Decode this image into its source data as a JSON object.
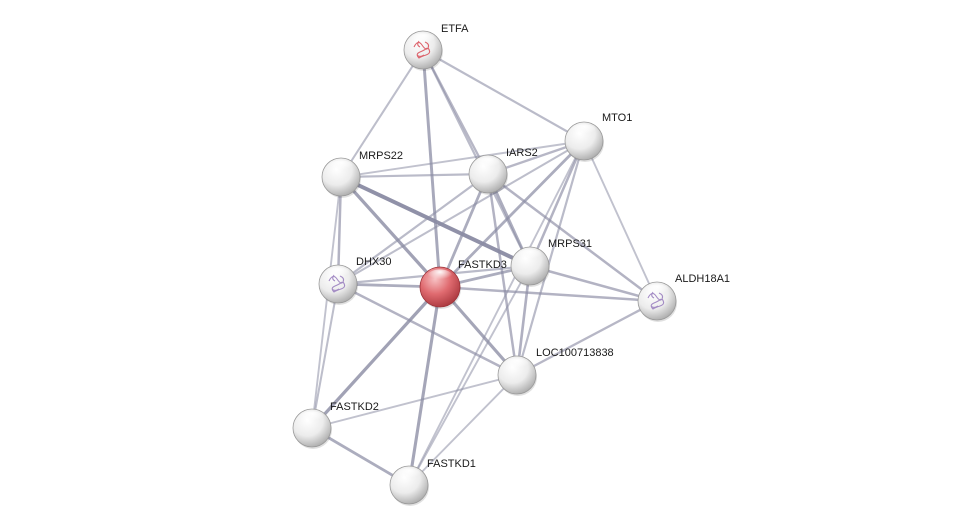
{
  "network": {
    "nodes": [
      {
        "id": "ETFA",
        "label": "ETFA",
        "kind": "structure-red",
        "highlight": false
      },
      {
        "id": "MTO1",
        "label": "MTO1",
        "kind": "plain",
        "highlight": false
      },
      {
        "id": "MRPS22",
        "label": "MRPS22",
        "kind": "plain",
        "highlight": false
      },
      {
        "id": "IARS2",
        "label": "IARS2",
        "kind": "plain",
        "highlight": false
      },
      {
        "id": "MRPS31",
        "label": "MRPS31",
        "kind": "plain",
        "highlight": false
      },
      {
        "id": "DHX30",
        "label": "DHX30",
        "kind": "structure-purple",
        "highlight": false
      },
      {
        "id": "FASTKD3",
        "label": "FASTKD3",
        "kind": "query",
        "highlight": true
      },
      {
        "id": "ALDH18A1",
        "label": "ALDH18A1",
        "kind": "structure-purple",
        "highlight": false
      },
      {
        "id": "LOC100713838",
        "label": "LOC100713838",
        "kind": "plain",
        "highlight": false
      },
      {
        "id": "FASTKD2",
        "label": "FASTKD2",
        "kind": "plain",
        "highlight": false
      },
      {
        "id": "FASTKD1",
        "label": "FASTKD1",
        "kind": "plain",
        "highlight": false
      }
    ],
    "edges": [
      {
        "source": "ETFA",
        "target": "MRPS22",
        "strength": 0.35
      },
      {
        "source": "ETFA",
        "target": "MTO1",
        "strength": 0.4
      },
      {
        "source": "ETFA",
        "target": "IARS2",
        "strength": 0.45
      },
      {
        "source": "ETFA",
        "target": "FASTKD3",
        "strength": 0.65
      },
      {
        "source": "ETFA",
        "target": "MRPS31",
        "strength": 0.4
      },
      {
        "source": "MRPS22",
        "target": "IARS2",
        "strength": 0.4
      },
      {
        "source": "MRPS22",
        "target": "MTO1",
        "strength": 0.3
      },
      {
        "source": "MRPS22",
        "target": "MRPS31",
        "strength": 1.0
      },
      {
        "source": "MRPS22",
        "target": "FASTKD3",
        "strength": 0.75
      },
      {
        "source": "MRPS22",
        "target": "DHX30",
        "strength": 0.5
      },
      {
        "source": "MRPS22",
        "target": "FASTKD2",
        "strength": 0.3
      },
      {
        "source": "IARS2",
        "target": "MTO1",
        "strength": 0.45
      },
      {
        "source": "IARS2",
        "target": "FASTKD3",
        "strength": 0.6
      },
      {
        "source": "IARS2",
        "target": "MRPS31",
        "strength": 0.6
      },
      {
        "source": "IARS2",
        "target": "DHX30",
        "strength": 0.4
      },
      {
        "source": "IARS2",
        "target": "ALDH18A1",
        "strength": 0.5
      },
      {
        "source": "IARS2",
        "target": "LOC100713838",
        "strength": 0.5
      },
      {
        "source": "MTO1",
        "target": "FASTKD3",
        "strength": 0.6
      },
      {
        "source": "MTO1",
        "target": "MRPS31",
        "strength": 0.5
      },
      {
        "source": "MTO1",
        "target": "DHX30",
        "strength": 0.35
      },
      {
        "source": "MTO1",
        "target": "ALDH18A1",
        "strength": 0.3
      },
      {
        "source": "MTO1",
        "target": "LOC100713838",
        "strength": 0.4
      },
      {
        "source": "MTO1",
        "target": "FASTKD1",
        "strength": 0.3
      },
      {
        "source": "DHX30",
        "target": "FASTKD3",
        "strength": 0.6
      },
      {
        "source": "DHX30",
        "target": "FASTKD2",
        "strength": 0.35
      },
      {
        "source": "DHX30",
        "target": "LOC100713838",
        "strength": 0.5
      },
      {
        "source": "DHX30",
        "target": "MRPS31",
        "strength": 0.4
      },
      {
        "source": "FASTKD3",
        "target": "MRPS31",
        "strength": 0.6
      },
      {
        "source": "FASTKD3",
        "target": "ALDH18A1",
        "strength": 0.5
      },
      {
        "source": "FASTKD3",
        "target": "LOC100713838",
        "strength": 0.7
      },
      {
        "source": "FASTKD3",
        "target": "FASTKD2",
        "strength": 0.75
      },
      {
        "source": "FASTKD3",
        "target": "FASTKD1",
        "strength": 0.7
      },
      {
        "source": "MRPS31",
        "target": "ALDH18A1",
        "strength": 0.5
      },
      {
        "source": "MRPS31",
        "target": "LOC100713838",
        "strength": 0.55
      },
      {
        "source": "MRPS31",
        "target": "FASTKD1",
        "strength": 0.3
      },
      {
        "source": "ALDH18A1",
        "target": "LOC100713838",
        "strength": 0.45
      },
      {
        "source": "LOC100713838",
        "target": "FASTKD2",
        "strength": 0.3
      },
      {
        "source": "LOC100713838",
        "target": "FASTKD1",
        "strength": 0.3
      },
      {
        "source": "FASTKD2",
        "target": "FASTKD1",
        "strength": 0.6
      }
    ],
    "colors": {
      "edge": "#8a8ba3",
      "node_plain": "#e8e8e8",
      "node_query": "#e06b70",
      "structure_red": "#d9545e",
      "structure_purple": "#9a7fbf"
    }
  }
}
